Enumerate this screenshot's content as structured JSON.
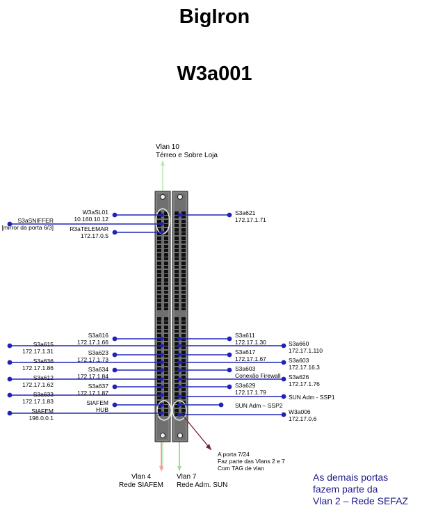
{
  "header": {
    "title_line1": "BigIron",
    "title_line2": "W3a001"
  },
  "vlans": {
    "top": {
      "line1": "Vlan 10",
      "line2": "Térreo e Sobre Loja"
    },
    "bottom_left": {
      "line1": "Vlan 4",
      "line2": "Rede SIAFEM"
    },
    "bottom_right": {
      "line1": "Vlan 7",
      "line2": "Rede Adm. SUN"
    }
  },
  "annotation": {
    "line1": "A porta 7/24",
    "line2": "Faz parte das Vlans 2 e 7",
    "line3": "Com TAG de vlan"
  },
  "footer_note": {
    "line1": "As demais portas",
    "line2": "fazem parte da",
    "line3": "Vlan 2 – Rede SEFAZ"
  },
  "left_devices": [
    {
      "name": "W3aSL01",
      "ip": "10.160.10.12"
    },
    {
      "name": "S3aSNIFFER",
      "ip": "[mirror da porta 6/3]"
    },
    {
      "name": "R3aTELEMAR",
      "ip": "172.17.0.5"
    },
    {
      "name": "S3a616",
      "ip": "172.17.1.66"
    },
    {
      "name": "S3a615",
      "ip": "172.17.1.31"
    },
    {
      "name": "S3a623",
      "ip": "172.17.1.73"
    },
    {
      "name": "S3a636",
      "ip": "172.17.1.86"
    },
    {
      "name": "S3a634",
      "ip": "172.17.1.84"
    },
    {
      "name": "S3a612",
      "ip": "172.17.1.62"
    },
    {
      "name": "S3a637",
      "ip": "172.17.1.87"
    },
    {
      "name": "S3a633",
      "ip": "172.17.1.83"
    },
    {
      "name": "SIAFEM",
      "ip": "HUB"
    },
    {
      "name": "SIAFEM",
      "ip": "196.0.0.1"
    }
  ],
  "right_devices": [
    {
      "name": "S3a621",
      "ip": "172.17.1.71"
    },
    {
      "name": "S3a611",
      "ip": "172.17.1.30"
    },
    {
      "name": "S3a660",
      "ip": "172.17.1.110"
    },
    {
      "name": "S3a617",
      "ip": "172.17.1.67"
    },
    {
      "name": "S3a603",
      "ip": "172.17.16.3"
    },
    {
      "name": "S3a603",
      "ip": "Conexão Firewall"
    },
    {
      "name": "S3a626",
      "ip": "172.17.1.76"
    },
    {
      "name": "S3a629",
      "ip": "172.17.1.79"
    },
    {
      "name": "SUN Adm - SSP1",
      "ip": ""
    },
    {
      "name": "SUN Adm – SSP2",
      "ip": ""
    },
    {
      "name": "W3a006",
      "ip": "172.17.0.6"
    }
  ],
  "colors": {
    "link": "#1f23b8",
    "chassis": "#707070",
    "port": "#101010",
    "vlan4": "#f4a0a0",
    "vlan7": "#9fe09f",
    "vlan10": "#b8eab0",
    "annotation_arrow": "#7a1f3a",
    "note": "#1a1a8c"
  }
}
